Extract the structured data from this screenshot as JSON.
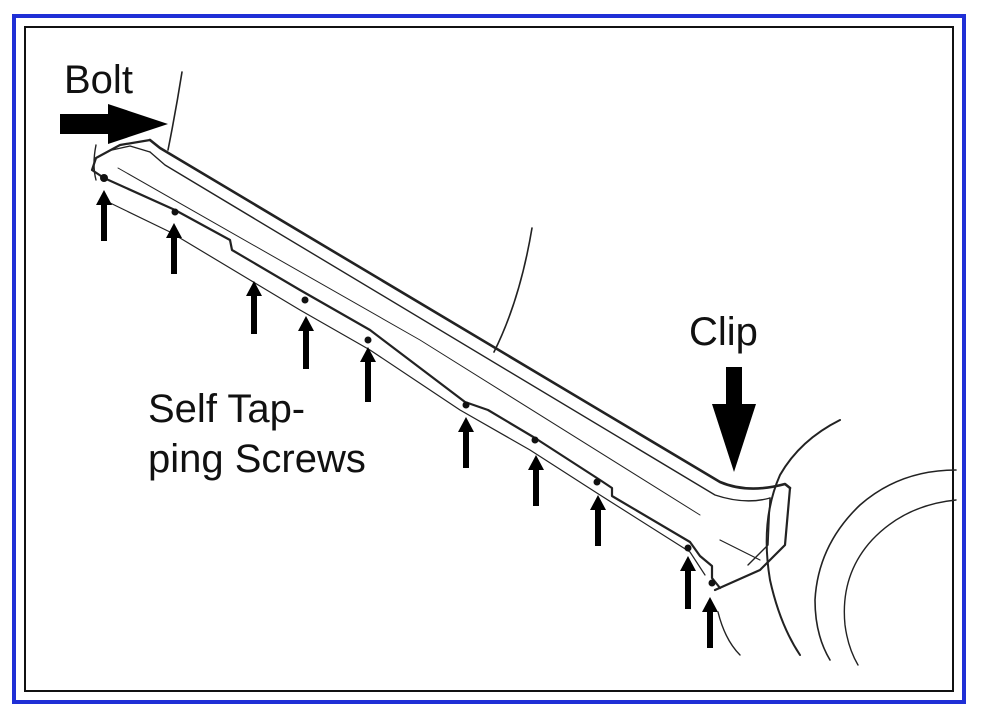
{
  "labels": {
    "bolt": "Bolt",
    "clip": "Clip",
    "screws_line1": "Self Tap-",
    "screws_line2": "ping Screws"
  },
  "colors": {
    "frame_outer": "#1f2fd6",
    "frame_inner": "#111111",
    "ink": "#111111"
  },
  "callouts": {
    "bolt_arrow_icon": "arrow-right-icon",
    "clip_arrow_icon": "arrow-down-icon",
    "screw_arrow_icon": "arrow-up-icon"
  }
}
